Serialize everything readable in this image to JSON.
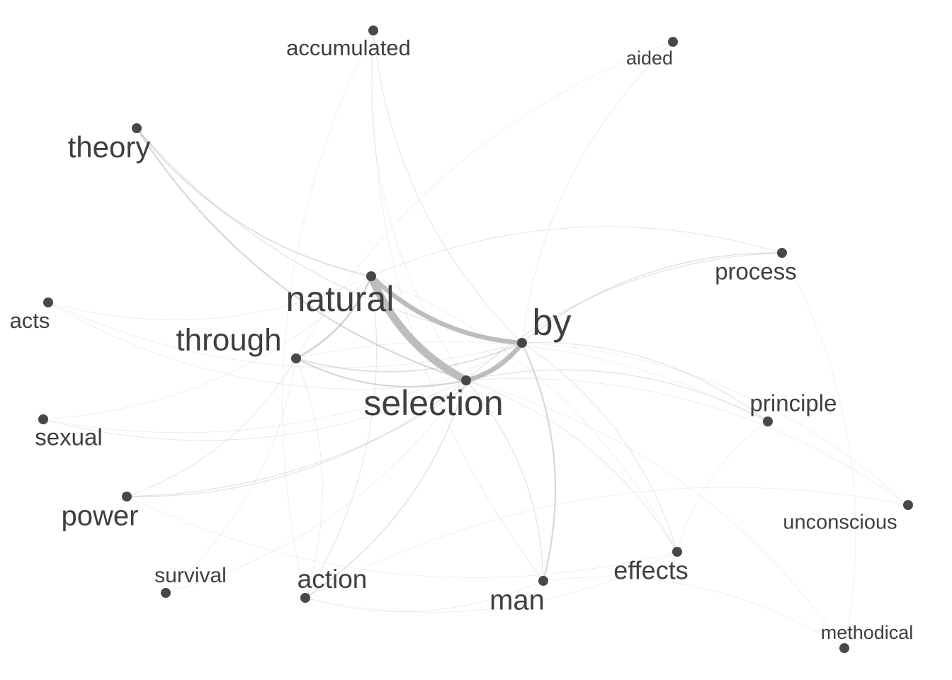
{
  "network": {
    "nodes": [
      {
        "id": "accumulated",
        "label": "accumulated"
      },
      {
        "id": "aided",
        "label": "aided"
      },
      {
        "id": "theory",
        "label": "theory"
      },
      {
        "id": "process",
        "label": "process"
      },
      {
        "id": "acts",
        "label": "acts"
      },
      {
        "id": "natural",
        "label": "natural"
      },
      {
        "id": "by",
        "label": "by"
      },
      {
        "id": "through",
        "label": "through"
      },
      {
        "id": "selection",
        "label": "selection"
      },
      {
        "id": "principle",
        "label": "principle"
      },
      {
        "id": "sexual",
        "label": "sexual"
      },
      {
        "id": "power",
        "label": "power"
      },
      {
        "id": "unconscious",
        "label": "unconscious"
      },
      {
        "id": "effects",
        "label": "effects"
      },
      {
        "id": "survival",
        "label": "survival"
      },
      {
        "id": "action",
        "label": "action"
      },
      {
        "id": "man",
        "label": "man"
      },
      {
        "id": "methodical",
        "label": "methodical"
      }
    ],
    "edges": [
      {
        "source": "natural",
        "target": "selection",
        "weight": 10
      },
      {
        "source": "natural",
        "target": "by",
        "weight": 6
      },
      {
        "source": "selection",
        "target": "by",
        "weight": 6
      },
      {
        "source": "theory",
        "target": "selection",
        "weight": 2
      },
      {
        "source": "theory",
        "target": "natural",
        "weight": 1.5
      },
      {
        "source": "theory",
        "target": "by",
        "weight": 1
      },
      {
        "source": "through",
        "target": "natural",
        "weight": 2.5
      },
      {
        "source": "through",
        "target": "selection",
        "weight": 2
      },
      {
        "source": "through",
        "target": "by",
        "weight": 1.5
      },
      {
        "source": "man",
        "target": "by",
        "weight": 2
      },
      {
        "source": "man",
        "target": "selection",
        "weight": 1
      },
      {
        "source": "process",
        "target": "by",
        "weight": 1.2
      },
      {
        "source": "process",
        "target": "selection",
        "weight": 1
      },
      {
        "source": "process",
        "target": "natural",
        "weight": 0.8
      },
      {
        "source": "principle",
        "target": "by",
        "weight": 1
      },
      {
        "source": "principle",
        "target": "selection",
        "weight": 1
      },
      {
        "source": "power",
        "target": "selection",
        "weight": 1
      },
      {
        "source": "power",
        "target": "by",
        "weight": 1
      },
      {
        "source": "power",
        "target": "through",
        "weight": 0.8
      },
      {
        "source": "action",
        "target": "selection",
        "weight": 1.2
      },
      {
        "source": "action",
        "target": "through",
        "weight": 0.6
      },
      {
        "source": "action",
        "target": "natural",
        "weight": 0.8
      },
      {
        "source": "accumulated",
        "target": "by",
        "weight": 0.8
      },
      {
        "source": "accumulated",
        "target": "man",
        "weight": 0.6
      },
      {
        "source": "accumulated",
        "target": "selection",
        "weight": 0.5
      },
      {
        "source": "aided",
        "target": "by",
        "weight": 0.6
      },
      {
        "source": "aided",
        "target": "through",
        "weight": 0.4
      },
      {
        "source": "acts",
        "target": "by",
        "weight": 0.6
      },
      {
        "source": "acts",
        "target": "selection",
        "weight": 0.5
      },
      {
        "source": "acts",
        "target": "natural",
        "weight": 0.5
      },
      {
        "source": "sexual",
        "target": "selection",
        "weight": 0.7
      },
      {
        "source": "sexual",
        "target": "natural",
        "weight": 0.5
      },
      {
        "source": "sexual",
        "target": "by",
        "weight": 0.4
      },
      {
        "source": "effects",
        "target": "selection",
        "weight": 0.8
      },
      {
        "source": "effects",
        "target": "by",
        "weight": 0.8
      },
      {
        "source": "effects",
        "target": "natural",
        "weight": 0.5
      },
      {
        "source": "unconscious",
        "target": "selection",
        "weight": 0.6
      },
      {
        "source": "unconscious",
        "target": "by",
        "weight": 0.4
      },
      {
        "source": "survival",
        "target": "through",
        "weight": 0.4
      },
      {
        "source": "survival",
        "target": "selection",
        "weight": 0.5
      },
      {
        "source": "methodical",
        "target": "selection",
        "weight": 0.4
      },
      {
        "source": "methodical",
        "target": "man",
        "weight": 0.3
      },
      {
        "source": "action",
        "target": "man",
        "weight": 0.5
      },
      {
        "source": "action",
        "target": "effects",
        "weight": 0.4
      },
      {
        "source": "power",
        "target": "effects",
        "weight": 0.3
      },
      {
        "source": "principle",
        "target": "through",
        "weight": 0.4
      },
      {
        "source": "principle",
        "target": "effects",
        "weight": 0.3
      },
      {
        "source": "unconscious",
        "target": "action",
        "weight": 0.3
      },
      {
        "source": "methodical",
        "target": "process",
        "weight": 0.2
      },
      {
        "source": "accumulated",
        "target": "action",
        "weight": 0.3
      }
    ]
  }
}
